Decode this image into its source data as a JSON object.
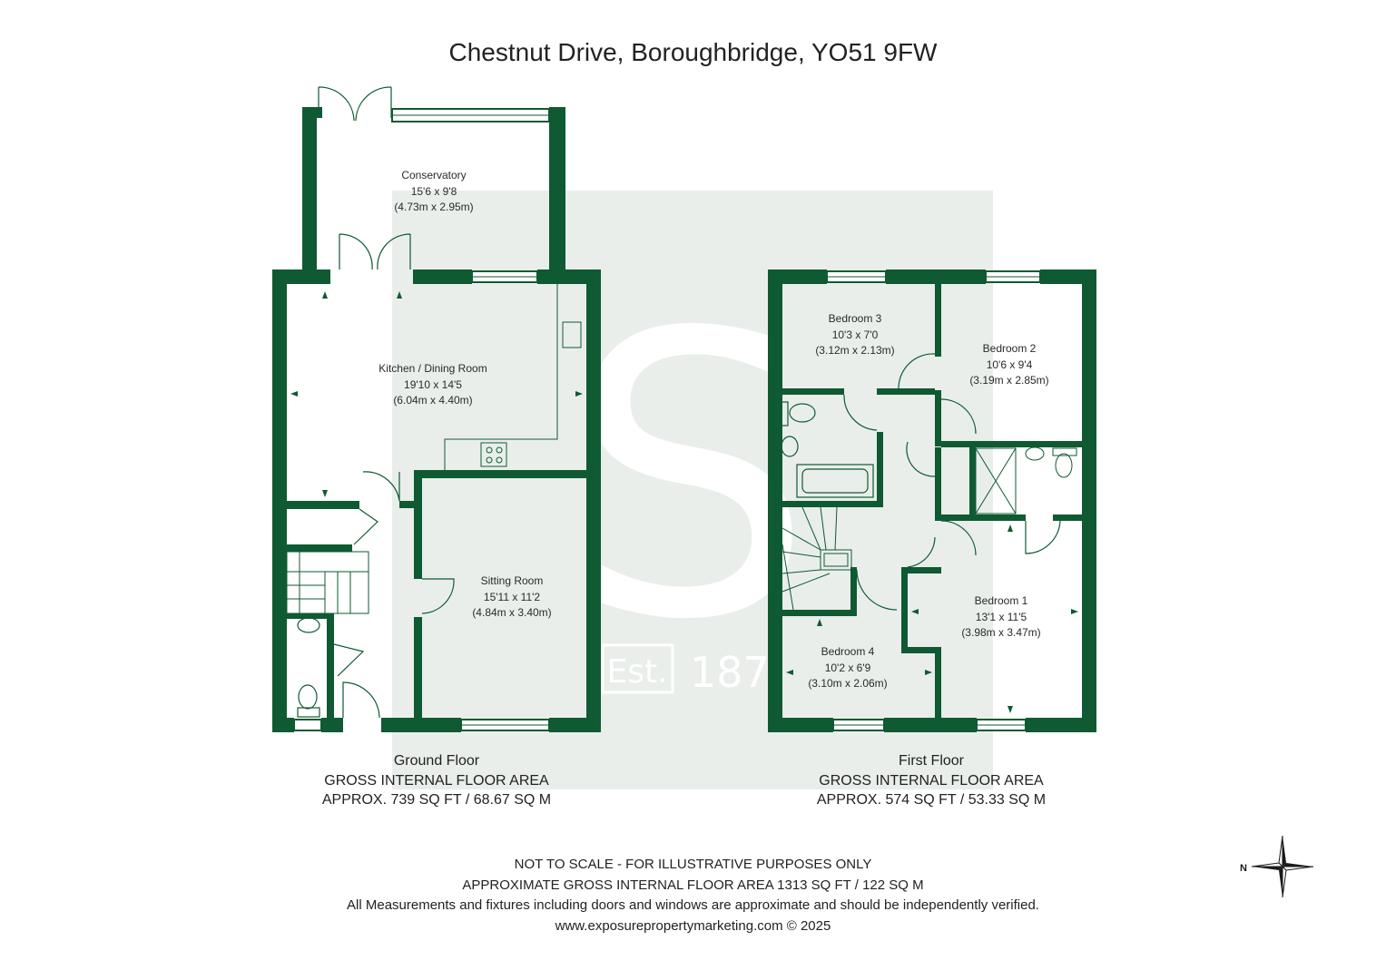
{
  "title": "Chestnut Drive, Boroughbridge, YO51 9FW",
  "colors": {
    "wall": "#0f5a32",
    "watermark": "#e8ece9",
    "text": "#222222"
  },
  "watermark": {
    "letter": "S",
    "est": "Est.",
    "year": "187"
  },
  "ground_floor": {
    "name": "Ground Floor",
    "area_heading": "GROSS INTERNAL FLOOR AREA",
    "area": "APPROX. 739 SQ FT / 68.67 SQ M",
    "rooms": {
      "conservatory": {
        "name": "Conservatory",
        "imperial": "15'6 x 9'8",
        "metric": "(4.73m x 2.95m)"
      },
      "kitchen": {
        "name": "Kitchen / Dining Room",
        "imperial": "19'10 x 14'5",
        "metric": "(6.04m x 4.40m)"
      },
      "sitting": {
        "name": "Sitting Room",
        "imperial": "15'11 x 11'2",
        "metric": "(4.84m x 3.40m)"
      }
    }
  },
  "first_floor": {
    "name": "First Floor",
    "area_heading": "GROSS INTERNAL FLOOR AREA",
    "area": "APPROX. 574 SQ FT / 53.33 SQ M",
    "rooms": {
      "bedroom3": {
        "name": "Bedroom 3",
        "imperial": "10'3 x 7'0",
        "metric": "(3.12m x 2.13m)"
      },
      "bedroom2": {
        "name": "Bedroom 2",
        "imperial": "10'6 x 9'4",
        "metric": "(3.19m x 2.85m)"
      },
      "bedroom1": {
        "name": "Bedroom 1",
        "imperial": "13'1 x 11'5",
        "metric": "(3.98m x 3.47m)"
      },
      "bedroom4": {
        "name": "Bedroom 4",
        "imperial": "10'2 x 6'9",
        "metric": "(3.10m x 2.06m)"
      }
    }
  },
  "footer": {
    "line1": "NOT TO SCALE - FOR ILLUSTRATIVE PURPOSES ONLY",
    "line2": "APPROXIMATE GROSS INTERNAL FLOOR AREA 1313 SQ FT / 122 SQ M",
    "line3": "All Measurements and fixtures including doors and windows are approximate and should be independently verified.",
    "line4": "www.exposurepropertymarketing.com © 2025"
  },
  "compass": {
    "label": "N",
    "icon": "compass-rose-icon"
  }
}
